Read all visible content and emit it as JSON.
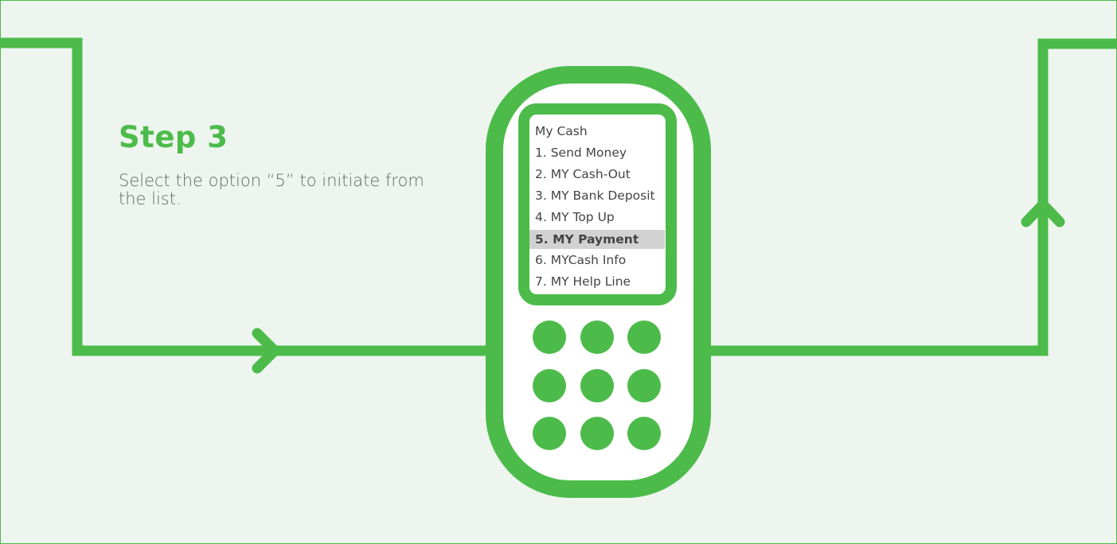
{
  "step": {
    "title": "Step 3",
    "description": "Select the option “5” to initiate from the list."
  },
  "phone": {
    "menu_title": "My Cash",
    "menu_items": [
      {
        "label": "1. Send Money",
        "selected": false
      },
      {
        "label": "2. MY Cash-Out",
        "selected": false
      },
      {
        "label": "3. MY Bank Deposit",
        "selected": false
      },
      {
        "label": "4. MY Top Up",
        "selected": false
      },
      {
        "label": "5. MY Payment",
        "selected": true
      },
      {
        "label": "6. MYCash Info",
        "selected": false
      },
      {
        "label": "7. MY Help Line",
        "selected": false
      }
    ],
    "keypad_key_count": 9
  },
  "colors": {
    "accent": "#4cbb4a",
    "background": "#edf5ee",
    "highlight": "#d2d2d2",
    "text": "#666666"
  }
}
